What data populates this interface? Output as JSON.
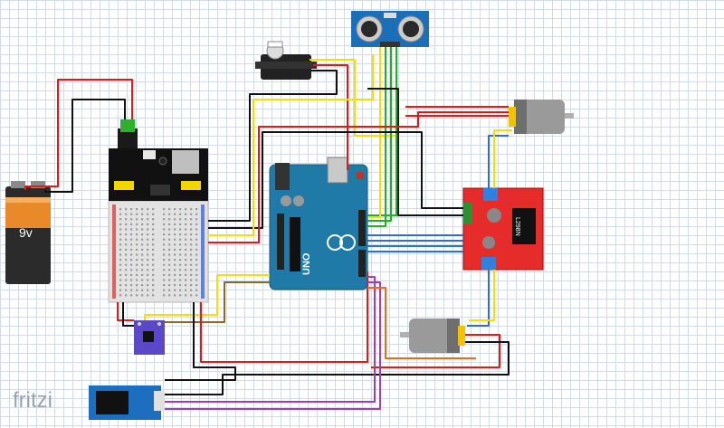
{
  "battery": {
    "label": "9v"
  },
  "arduino": {
    "model": "UNO"
  },
  "motor_driver": {
    "text": "L298N"
  },
  "brand": {
    "name": "fritzi"
  },
  "colors": {
    "red": "#e01919",
    "black": "#111111",
    "yellow": "#f2e000",
    "green": "#24b024",
    "blue": "#2f6fd0",
    "orange": "#e07020",
    "purple": "#a040b0",
    "brown": "#8a6a20"
  },
  "icons": [
    "battery-icon",
    "servo-icon",
    "ultrasonic-sensor-icon",
    "dc-motor-icon",
    "arduino-board-icon",
    "bluetooth-module-icon",
    "gyro-module-icon"
  ]
}
